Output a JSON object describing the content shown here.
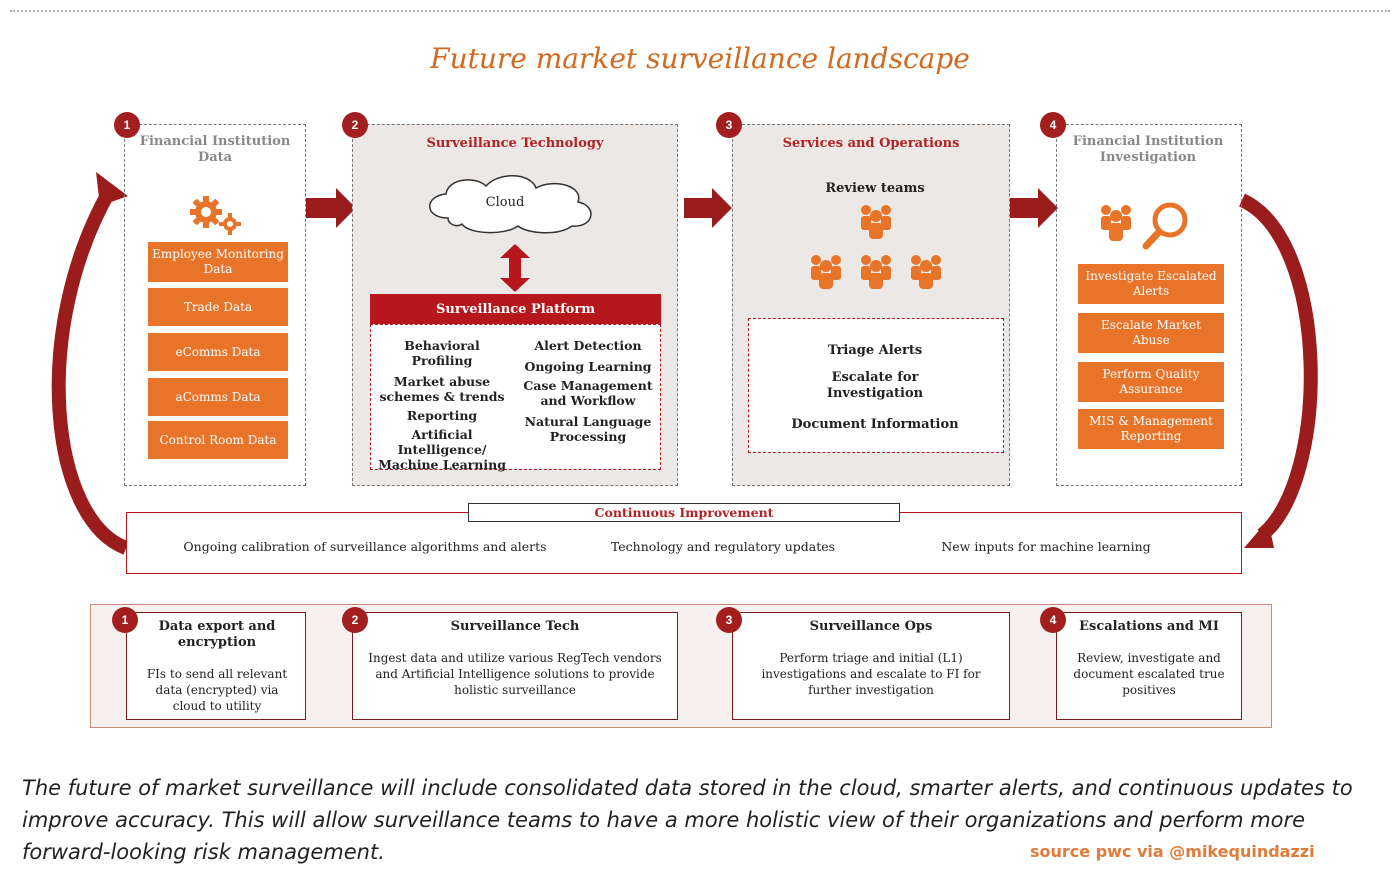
{
  "title": "Future market surveillance landscape",
  "colors": {
    "accent_orange": "#e8742a",
    "dark_red": "#a31f1f",
    "title_orange": "#d2691e",
    "source_orange": "#e07b39"
  },
  "panels": [
    {
      "number": "1",
      "title": "Financial Institution Data",
      "icon": "gears-icon",
      "items": [
        "Employee Monitoring Data",
        "Trade Data",
        "eComms Data",
        "aComms Data",
        "Control Room Data"
      ]
    },
    {
      "number": "2",
      "title": "Surveillance Technology",
      "cloud": "Cloud",
      "platform_title": "Surveillance Platform",
      "platform_left": [
        "Behavioral Profiling",
        "Market abuse schemes & trends",
        "Reporting",
        "Artificial Intelligence/ Machine Learning"
      ],
      "platform_right": [
        "Alert Detection",
        "Ongoing Learning",
        "Case Management and Workflow",
        "Natural Language Processing"
      ]
    },
    {
      "number": "3",
      "title": "Services and Operations",
      "review_teams": "Review teams",
      "ops": [
        "Triage Alerts",
        "Escalate for Investigation",
        "Document Information"
      ]
    },
    {
      "number": "4",
      "title": "Financial Institution Investigation",
      "icon": "people-magnifier-icon",
      "items": [
        "Investigate Escalated Alerts",
        "Escalate Market Abuse",
        "Perform Quality Assurance",
        "MIS & Management Reporting"
      ]
    }
  ],
  "continuous": {
    "label": "Continuous Improvement",
    "items": [
      "Ongoing calibration of surveillance algorithms and alerts",
      "Technology and regulatory updates",
      "New inputs for machine learning"
    ]
  },
  "bottom": [
    {
      "number": "1",
      "title": "Data export and encryption",
      "body": "FIs to send all relevant data (encrypted) via cloud to utility"
    },
    {
      "number": "2",
      "title": "Surveillance Tech",
      "body": "Ingest data and utilize various RegTech vendors and Artificial Intelligence solutions to provide holistic surveillance"
    },
    {
      "number": "3",
      "title": "Surveillance Ops",
      "body": "Perform triage and initial (L1) investigations and escalate to FI for further investigation"
    },
    {
      "number": "4",
      "title": "Escalations and MI",
      "body": "Review, investigate and document escalated true positives"
    }
  ],
  "caption": "The future of market surveillance will include consolidated data stored in the cloud, smarter alerts, and continuous updates to improve accuracy. This will allow surveillance teams to have a more holistic view of their organizations and perform more forward-looking risk management.",
  "source": "source pwc via @mikequindazzi"
}
